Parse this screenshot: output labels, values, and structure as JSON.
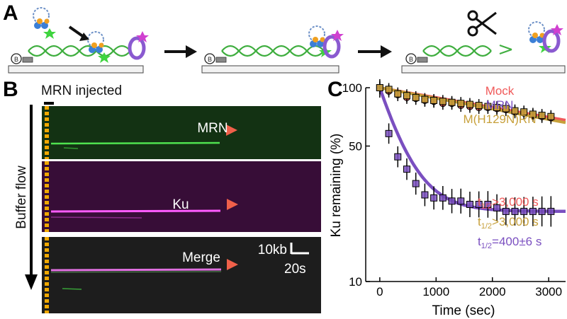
{
  "panels": {
    "a": {
      "letter": "A"
    },
    "b": {
      "letter": "B",
      "injection_label": "MRN injected",
      "flow_label": "Buffer flow",
      "channels": [
        "MRN",
        "Ku",
        "Merge"
      ],
      "scalebar_length": "10kb",
      "scalebar_time": "20s",
      "colors": {
        "mrn": "#3fd43f",
        "ku": "#ff50ff",
        "marker": "#f0604a",
        "barrier": "#f0a800"
      }
    },
    "c": {
      "letter": "C"
    }
  },
  "chart_data": {
    "type": "scatter",
    "xlabel": "Time (sec)",
    "ylabel": "Ku remaining (%)",
    "x_ticks": [
      0,
      1000,
      2000,
      3000
    ],
    "y_ticks": [
      10,
      50,
      100
    ],
    "xlim": [
      -250,
      3300
    ],
    "ylim": [
      10,
      100
    ],
    "grid": false,
    "legend_position": "top-right",
    "series": [
      {
        "name": "Mock",
        "color": "#f05a5a",
        "marker": "circle",
        "x": [
          0,
          160,
          320,
          480,
          640,
          800,
          960,
          1120,
          1280,
          1440,
          1600,
          1760,
          1920,
          2080,
          2240,
          2400,
          2560,
          2720,
          2880,
          3040
        ],
        "y": [
          100,
          96,
          92,
          89,
          88,
          86,
          85,
          83,
          83,
          81,
          80,
          79,
          79,
          78,
          77,
          75,
          74,
          72,
          71,
          70
        ],
        "fit": {
          "x0": 0,
          "x1": 3300,
          "y0": 100,
          "y1": 68
        }
      },
      {
        "name": "MRN",
        "color": "#7a4fc0",
        "marker": "square",
        "x": [
          0,
          160,
          320,
          480,
          640,
          800,
          960,
          1120,
          1280,
          1440,
          1600,
          1760,
          1920,
          2080,
          2240,
          2400,
          2560,
          2720,
          2880,
          3040
        ],
        "y": [
          100,
          58,
          44,
          38,
          32,
          28,
          27,
          27,
          26,
          26,
          25,
          25,
          25,
          24,
          23,
          23,
          23,
          23,
          23,
          23
        ],
        "fit": {
          "plateau": 23,
          "tau": 400
        }
      },
      {
        "name": "M(H129N)RN",
        "color": "#c7a03a",
        "marker": "square",
        "x": [
          0,
          160,
          320,
          480,
          640,
          800,
          960,
          1120,
          1280,
          1440,
          1600,
          1760,
          1920,
          2080,
          2240,
          2400,
          2560,
          2720,
          2880,
          3040
        ],
        "y": [
          100,
          98,
          93,
          91,
          89,
          87,
          86,
          85,
          84,
          83,
          82,
          81,
          80,
          79,
          78,
          76,
          75,
          73,
          72,
          71
        ],
        "fit": {
          "x0": 0,
          "x1": 3300,
          "y0": 100,
          "y1": 66
        }
      }
    ],
    "annotations": [
      {
        "main": "t",
        "sub": "1/2",
        "value": ">3,000 s",
        "color": "#f05a5a"
      },
      {
        "main": "t",
        "sub": "1/2",
        "value": ">3,000 s",
        "color": "#c7a03a"
      },
      {
        "main": "t",
        "sub": "1/2",
        "value": "=400±6 s",
        "color": "#7a4fc0"
      }
    ]
  }
}
